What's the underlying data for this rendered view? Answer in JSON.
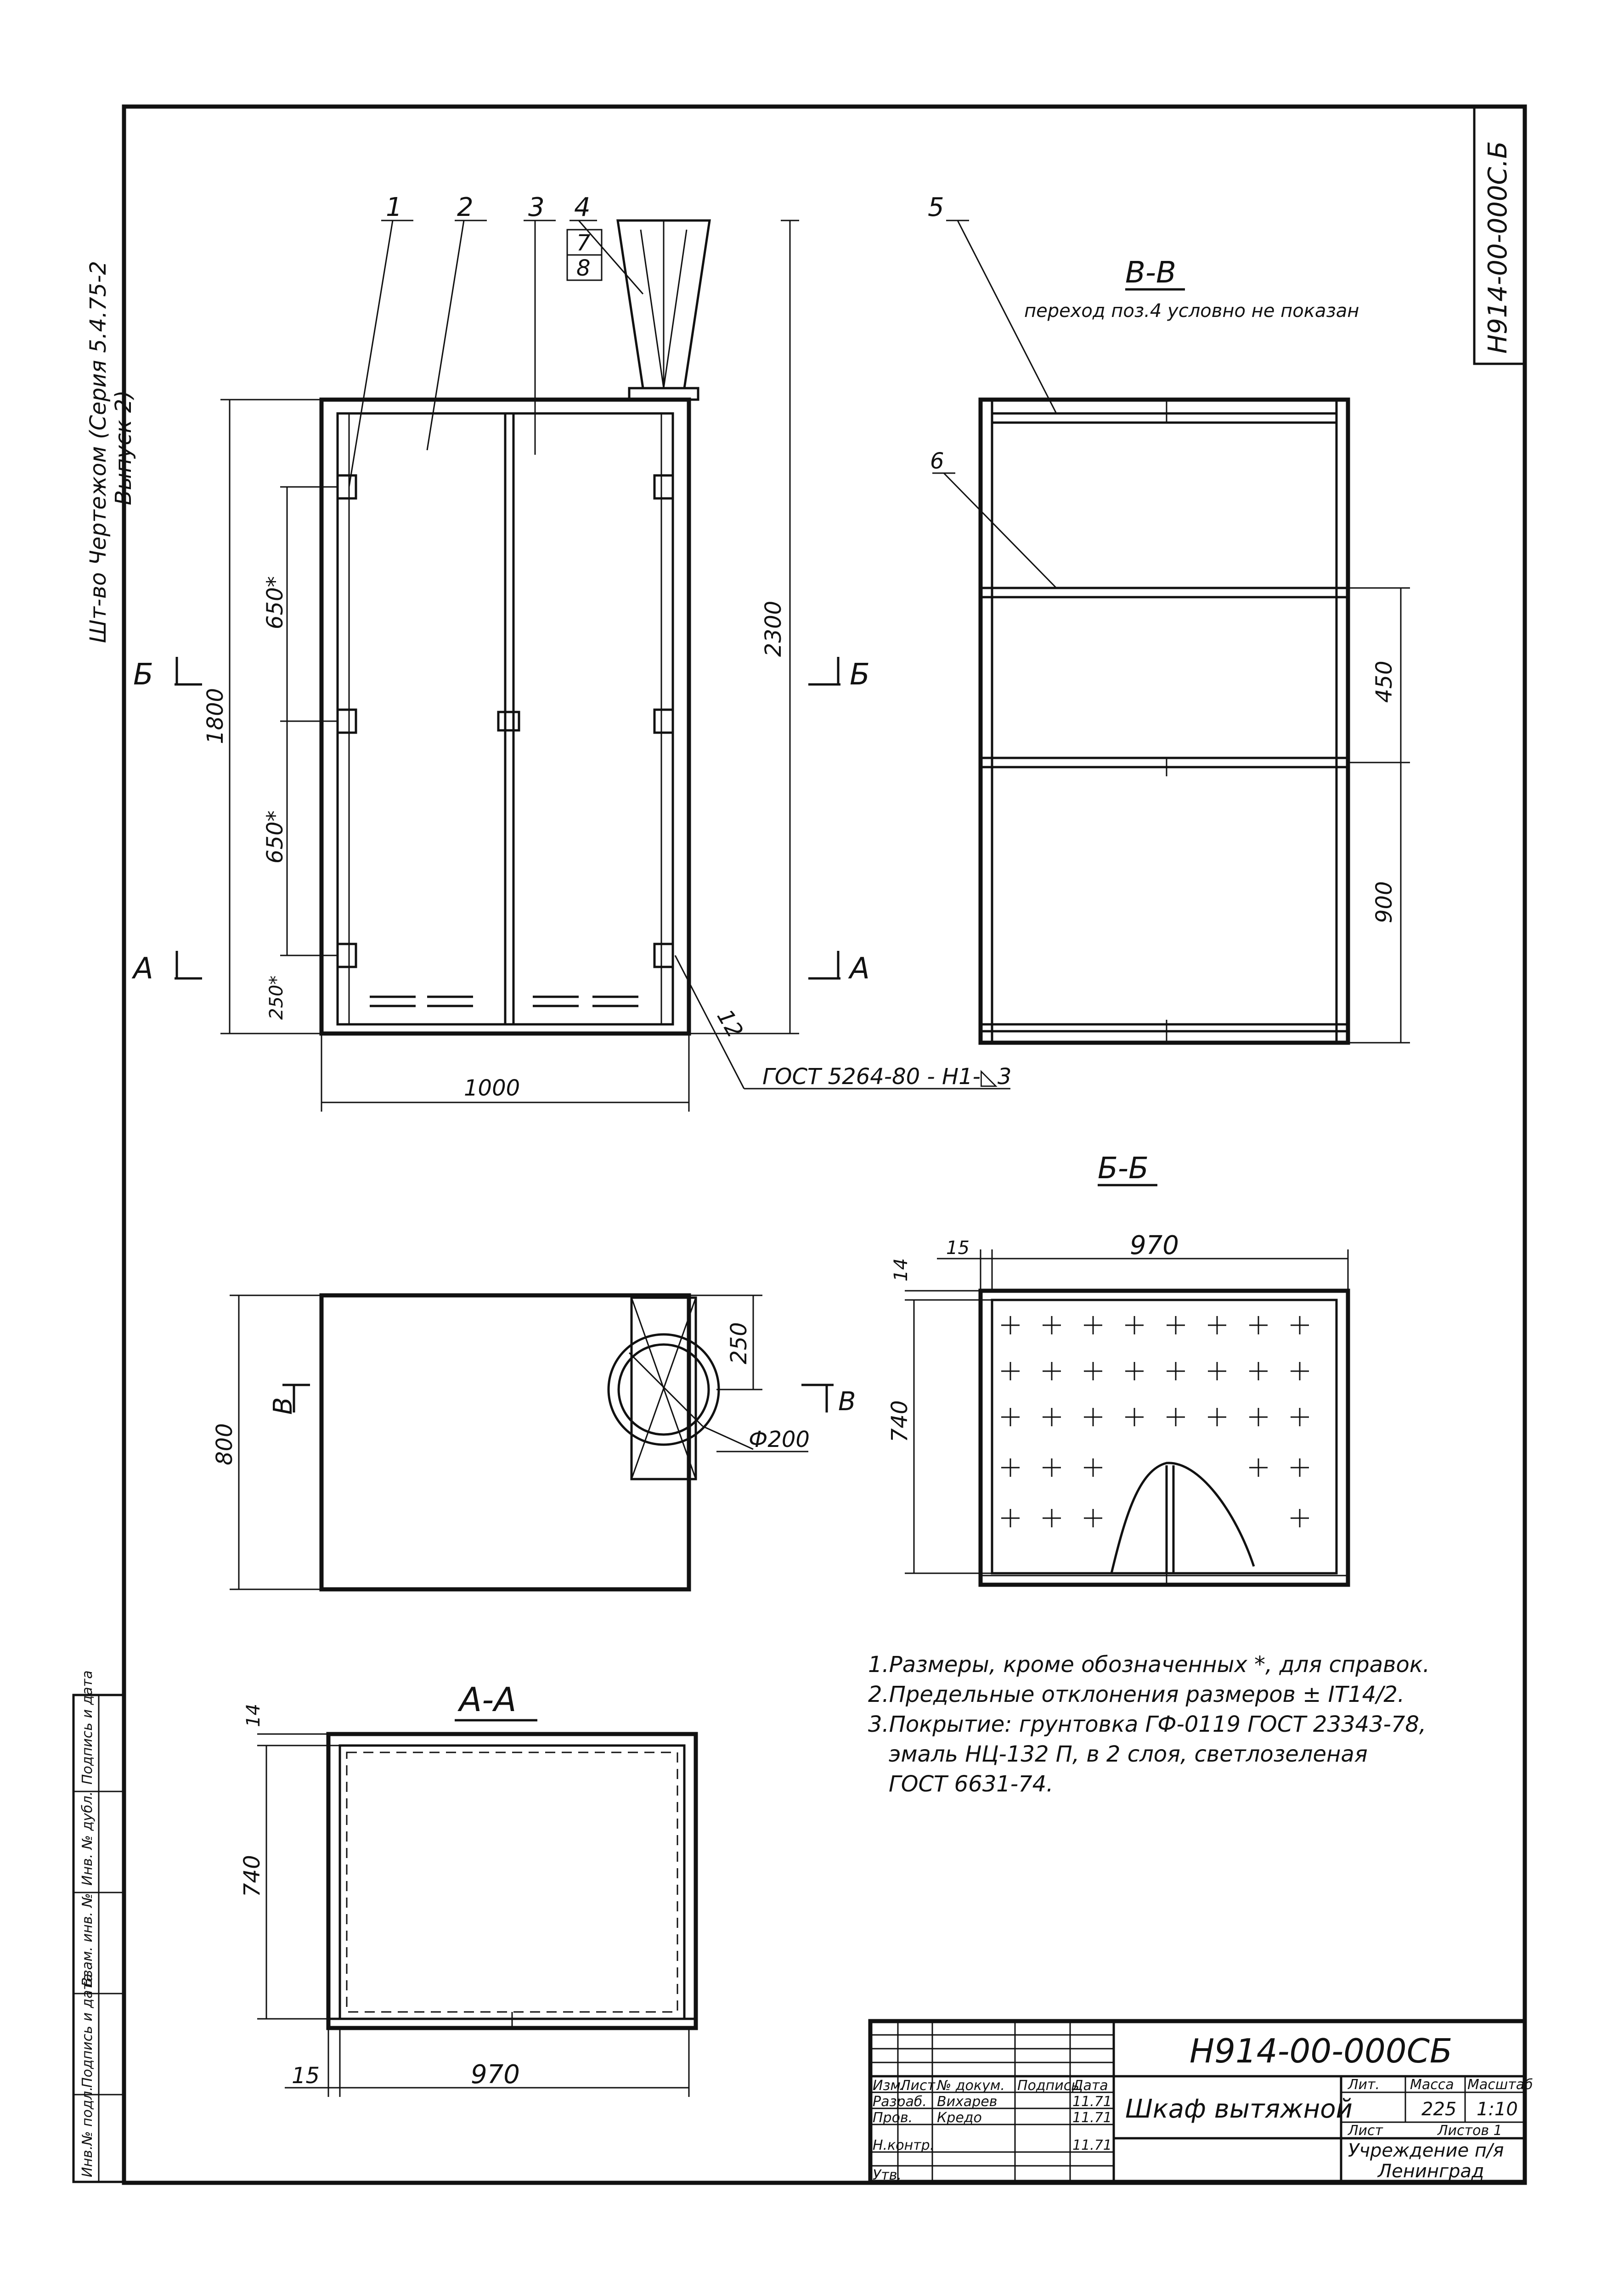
{
  "sheet": {
    "code_top": "Н914-00-000С.Б",
    "side_note_1": "Шт-во Чертежом (Серия 5.4.75-2",
    "side_note_2": "Выпуск 2)"
  },
  "front_view": {
    "callouts": [
      "1",
      "2",
      "3",
      "4",
      "7",
      "8",
      "12"
    ],
    "dims": {
      "height": "1800",
      "overall_height": "2300",
      "width": "1000",
      "d1": "650*",
      "d2": "650*",
      "d3": "250*"
    },
    "section_marks": {
      "b_left": "Б",
      "b_right": "Б",
      "a_left": "А",
      "a_right": "А"
    },
    "gost_note": "ГОСТ 5264-80 - Н1-◺3"
  },
  "section_vv": {
    "title": "В-В",
    "subtitle": "переход поз.4 условно не показан",
    "callouts": [
      "5",
      "6"
    ],
    "dims": {
      "upper": "450",
      "lower": "900"
    }
  },
  "top_view": {
    "dims": {
      "depth": "800",
      "offset": "250",
      "diameter": "Ф200"
    },
    "section_marks": {
      "v_left": "В",
      "v_right": "В"
    }
  },
  "section_bb": {
    "title": "Б-Б",
    "dims": {
      "width": "970",
      "depth": "740",
      "wall": "15",
      "top": "14"
    }
  },
  "section_aa": {
    "title": "А-А",
    "dims": {
      "width": "970",
      "depth": "740",
      "wall": "15",
      "top": "14"
    }
  },
  "notes": [
    "1.Размеры, кроме обозначенных *, для справок.",
    "2.Предельные отклонения размеров ± IT14/2.",
    "3.Покрытие: грунтовка ГФ-0119 ГОСТ 23343-78,",
    "эмаль НЦ-132 П, в 2 слоя, светлозеленая",
    "ГОСТ 6631-74."
  ],
  "title_block": {
    "code": "Н914-00-000СБ",
    "name": "Шкаф вытяжной",
    "hdr_lit": "Лит.",
    "hdr_mass": "Масса",
    "hdr_scale": "Масштаб",
    "mass": "225",
    "scale": "1:10",
    "sheet": "Лист",
    "sheets": "Листов 1",
    "org_1": "Учреждение п/я",
    "org_2": "Ленинград",
    "rows": [
      [
        "Изм.",
        "Лист",
        "№ докум.",
        "Подпись",
        "Дата"
      ],
      [
        "Разраб.",
        "Вихарев",
        "",
        "",
        "11.71"
      ],
      [
        "Пров.",
        "Кредо",
        "",
        "",
        "11.71"
      ],
      [
        "Н.контр.",
        "",
        "",
        "",
        "11.71"
      ],
      [
        "Утв.",
        "",
        "",
        "",
        ""
      ]
    ]
  },
  "left_strip": [
    "Инв.№ подл.",
    "Подпись и дата",
    "Взам. инв. №",
    "Инв. № дубл.",
    "Подпись и дата"
  ]
}
